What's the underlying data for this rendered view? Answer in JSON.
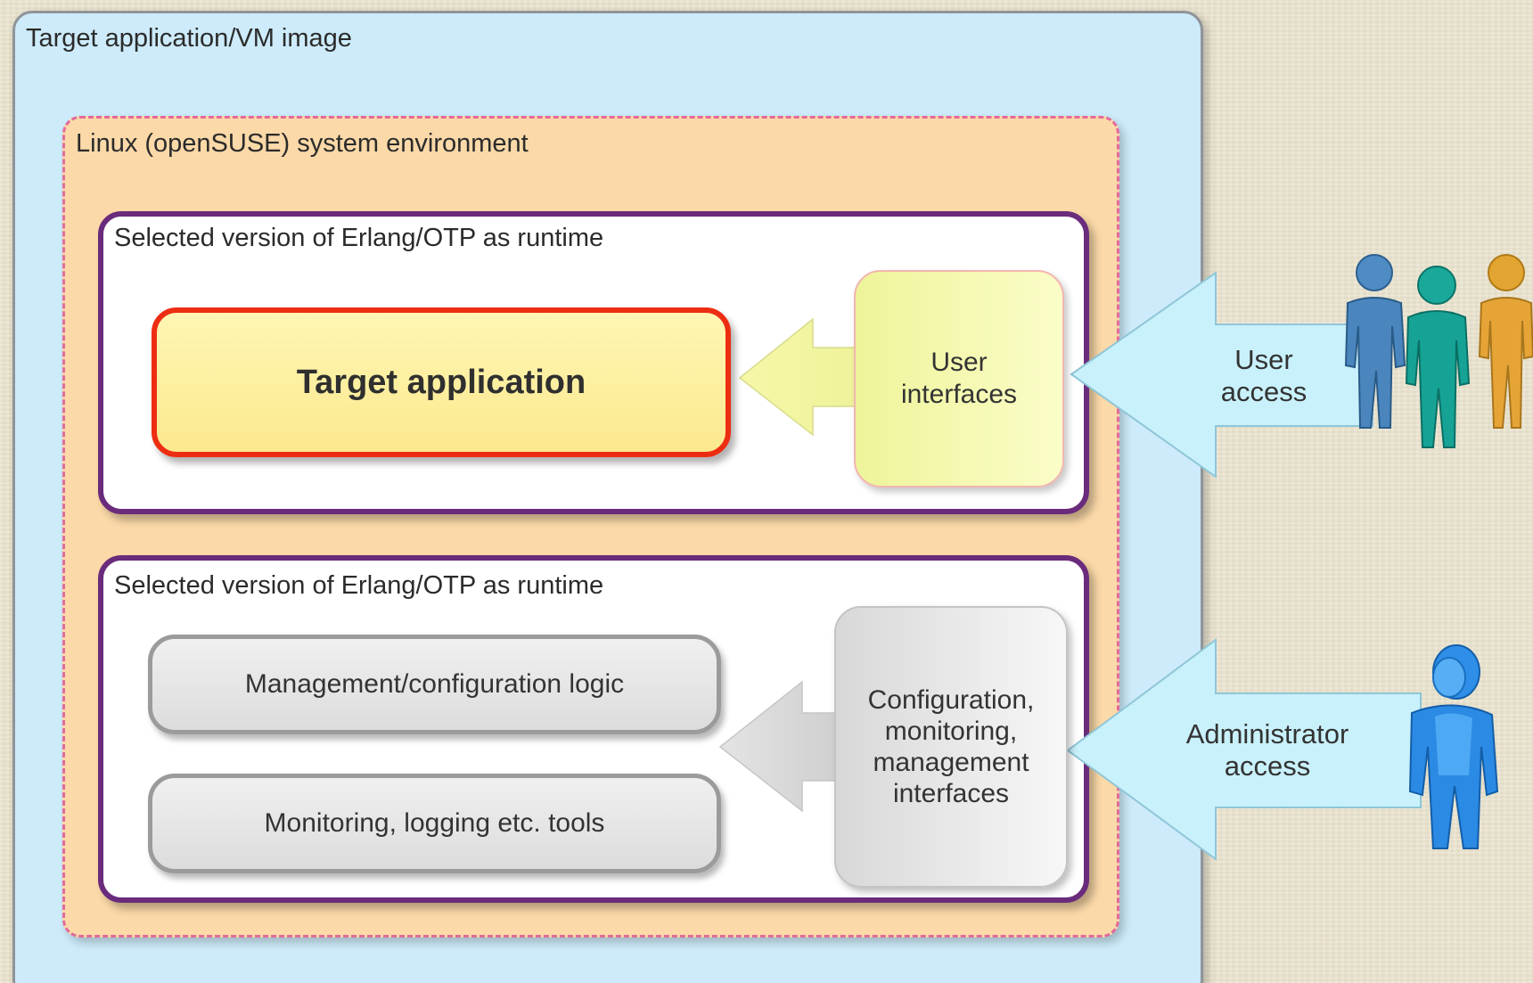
{
  "vm_image": {
    "title": "Target application/VM image"
  },
  "linux_env": {
    "title": "Linux (openSUSE) system environment"
  },
  "runtime_top": {
    "title": "Selected version of Erlang/OTP as runtime",
    "target_application": "Target application",
    "user_interfaces": "User interfaces"
  },
  "runtime_bottom": {
    "title": "Selected version of Erlang/OTP as runtime",
    "management_logic": "Management/configuration logic",
    "monitoring_tools": "Monitoring, logging etc. tools",
    "config_interfaces": "Configuration, monitoring, management interfaces"
  },
  "access": {
    "user": "User access",
    "administrator": "Administrator access"
  },
  "colors": {
    "vm_fill": "#cdebfa",
    "linux_fill": "#fbd9a8",
    "linux_border": "#e26a9b",
    "runtime_border": "#6a2b7c",
    "target_border": "#ec2d12",
    "target_fill": "#fbe98e",
    "access_arrow": "#c9f1fb"
  },
  "icons": {
    "users": "users-group-icon",
    "administrator": "administrator-icon"
  }
}
